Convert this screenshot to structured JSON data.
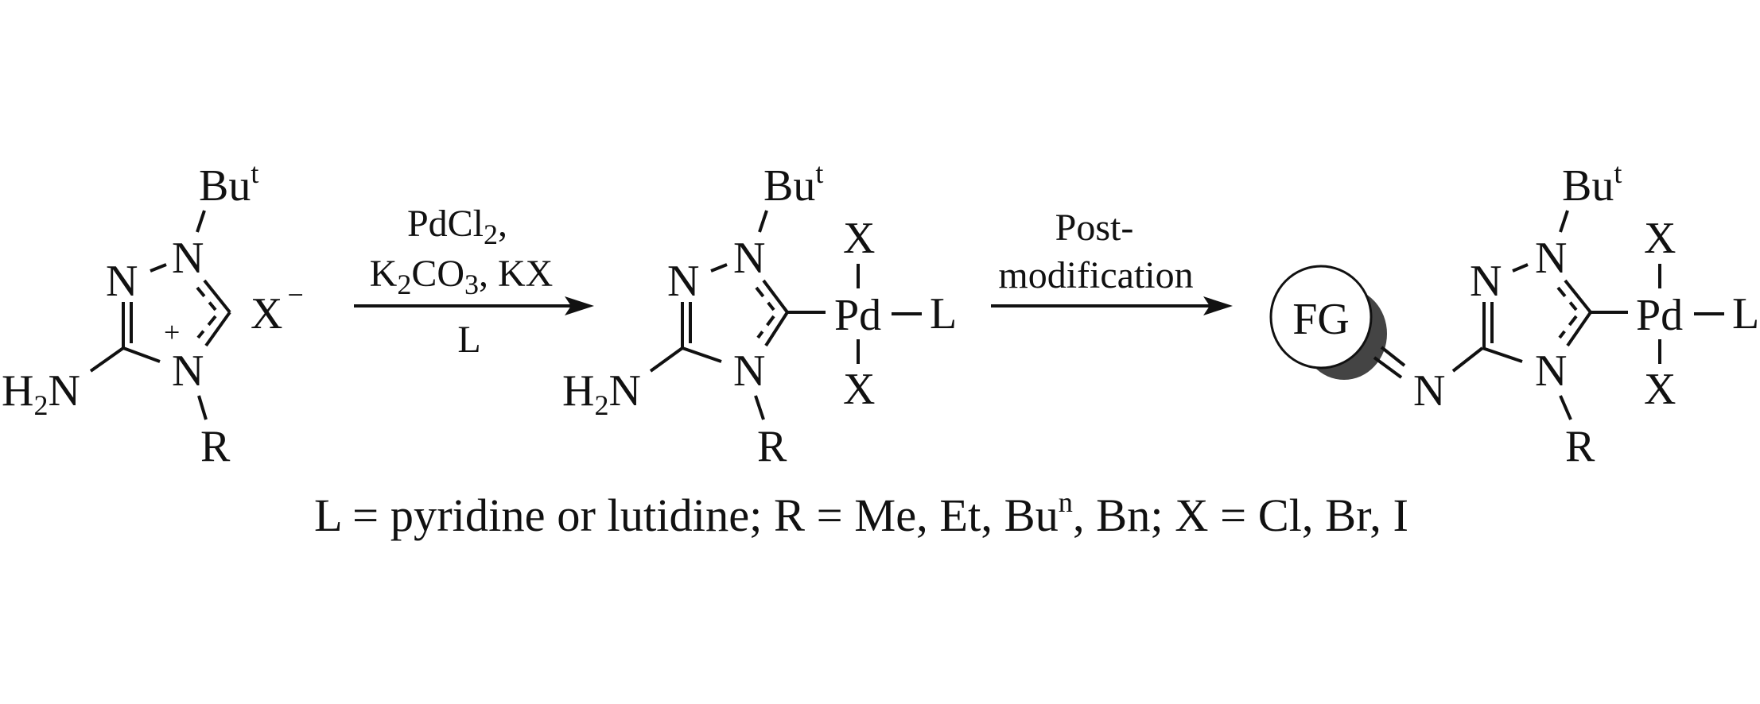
{
  "scheme": {
    "reactant": {
      "tbu": {
        "base": "Bu",
        "sup": "t"
      },
      "n1": "N",
      "n2": "N",
      "n4": "N",
      "amine": {
        "a": "H",
        "sub": "2",
        "b": "N"
      },
      "charge": "+",
      "r": "R",
      "counterion": {
        "base": "X",
        "sup": "−"
      }
    },
    "step1": {
      "line1": {
        "a": "PdCl",
        "sub": "2",
        "b": ","
      },
      "line2": {
        "a": "K",
        "sub1": "2",
        "b": "CO",
        "sub2": "3",
        "c": ", KX"
      },
      "below": "L"
    },
    "intermediate": {
      "tbu": {
        "base": "Bu",
        "sup": "t"
      },
      "n1": "N",
      "n2": "N",
      "n4": "N",
      "amine": {
        "a": "H",
        "sub": "2",
        "b": "N"
      },
      "r": "R",
      "pd": "Pd",
      "ligand": "L",
      "x_top": "X",
      "x_bottom": "X"
    },
    "step2": {
      "line1": "Post-",
      "line2": "modification"
    },
    "product": {
      "fg": "FG",
      "n_imine": "N",
      "tbu": {
        "base": "Bu",
        "sup": "t"
      },
      "n1": "N",
      "n2": "N",
      "n4": "N",
      "r": "R",
      "pd": "Pd",
      "ligand": "L",
      "x_top": "X",
      "x_bottom": "X"
    },
    "footnote": {
      "a": "L = pyridine or lutidine; R = Me, Et, Bu",
      "sup": "n",
      "b": ", Bn; X = Cl, Br, I"
    },
    "colors": {
      "ink": "#111111",
      "shadow": "#444444",
      "background": "#ffffff"
    }
  }
}
